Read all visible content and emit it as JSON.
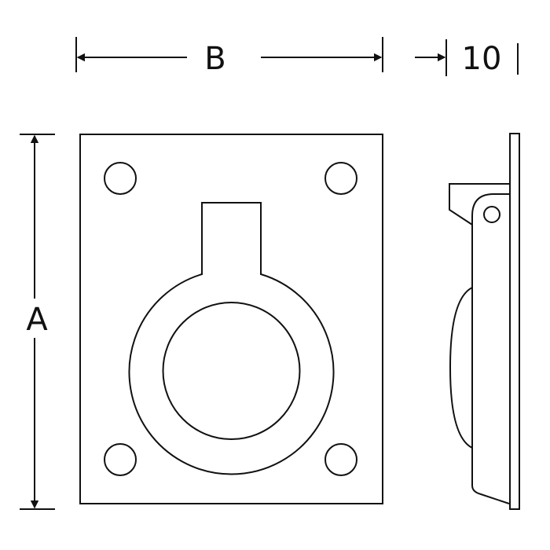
{
  "dimensions": {
    "width_label": "B",
    "height_label": "A",
    "depth_label": "10"
  },
  "colors": {
    "line": "#111111",
    "background": "#ffffff"
  }
}
